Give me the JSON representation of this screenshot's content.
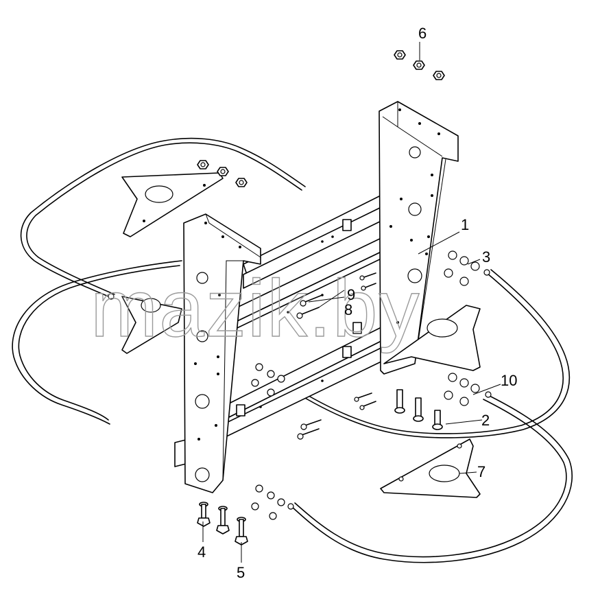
{
  "watermark": "mazik.by",
  "callouts": [
    {
      "id": "c1",
      "label": "1"
    },
    {
      "id": "c2",
      "label": "2"
    },
    {
      "id": "c3",
      "label": "3"
    },
    {
      "id": "c4",
      "label": "4"
    },
    {
      "id": "c5",
      "label": "5"
    },
    {
      "id": "c6",
      "label": "6"
    },
    {
      "id": "c7",
      "label": "7"
    },
    {
      "id": "c8",
      "label": "8"
    },
    {
      "id": "c9",
      "label": "9"
    },
    {
      "id": "c10",
      "label": "10"
    }
  ]
}
